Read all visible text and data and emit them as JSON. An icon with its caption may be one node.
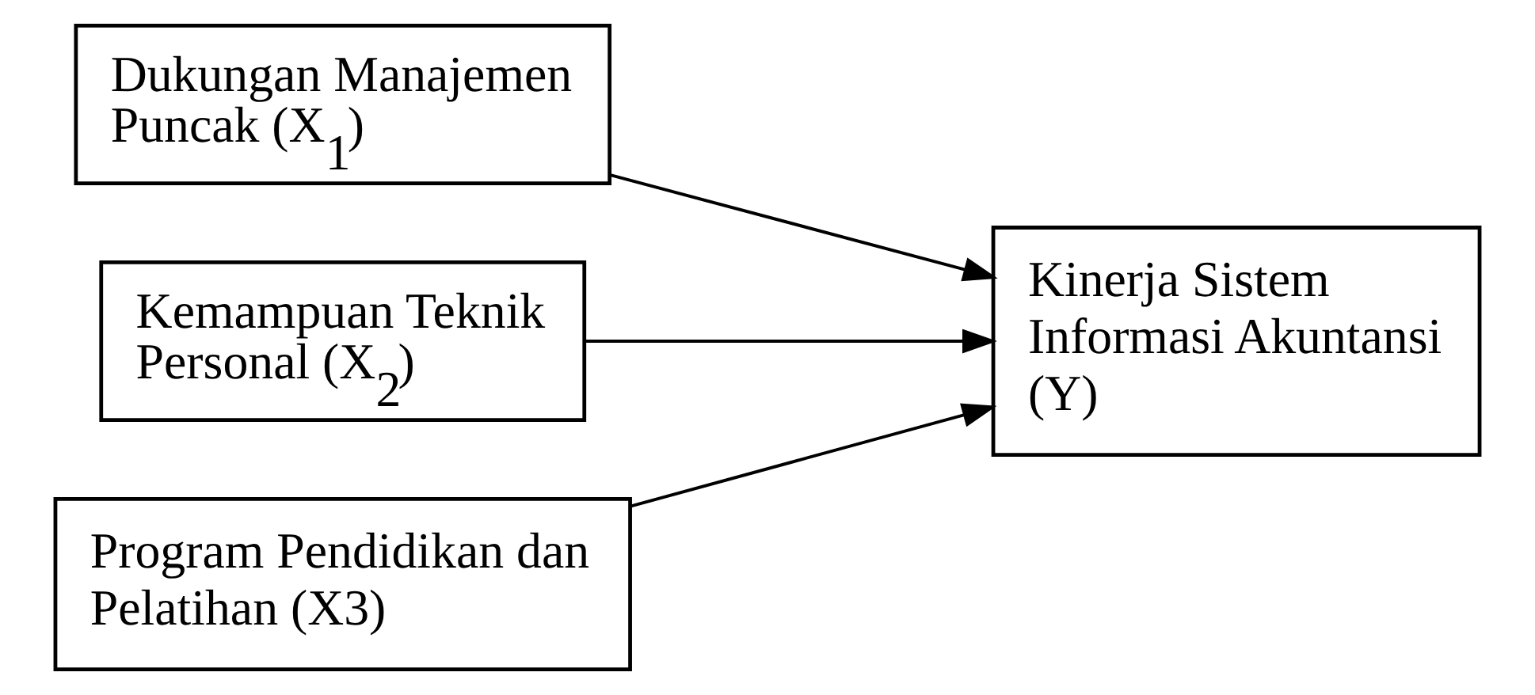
{
  "diagram": {
    "nodes": [
      {
        "text": [
          "Dukungan Manajemen Puncak (X$_{1}$)"
        ]
      },
      {
        "text": [
          "Kemampuan Teknik Personal (X$_{2}$)"
        ]
      },
      {
        "text": [
          "Program Pendidikan dan Pelatihan (X3)"
        ]
      },
      {
        "text": [
          "Kinerja Sistem Informasi Akuntansi (Y)"
        ]
      }
    ],
    "edges": [
      {
        "from": 0,
        "to": 3,
        "arrow": "to"
      },
      {
        "from": 1,
        "to": 3,
        "arrow": "to"
      },
      {
        "from": 2,
        "to": 3,
        "arrow": "to"
      }
    ]
  }
}
